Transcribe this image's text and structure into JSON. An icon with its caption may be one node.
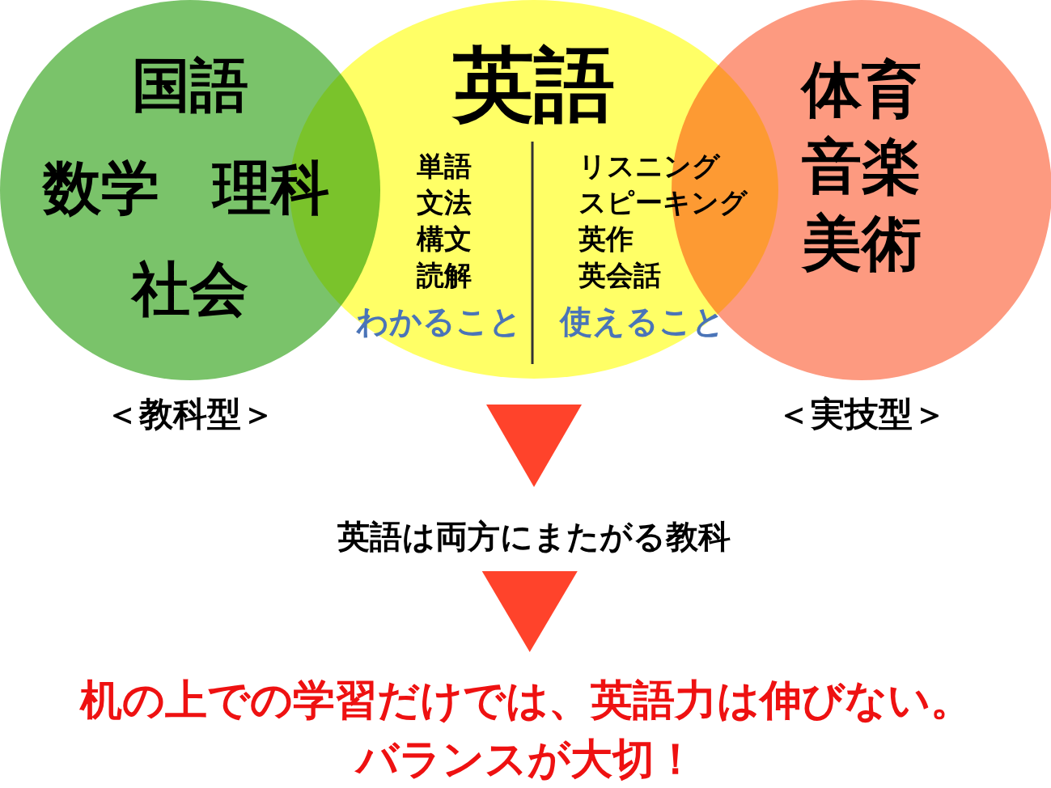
{
  "diagram": {
    "nodes": [
      {
        "text": [
          "国語",
          "数学",
          "理科",
          "社会"
        ],
        "beside": [
          "＜教科型＞"
        ]
      },
      {
        "text": [
          "英語",
          "単語",
          "文法",
          "構文",
          "読解",
          "リスニング",
          "スピーキング",
          "英作",
          "英会話",
          "わかること",
          "使えること"
        ]
      },
      {
        "text": [
          "体育",
          "音楽",
          "美術"
        ],
        "beside": [
          "＜実技型＞"
        ]
      },
      {
        "text": [
          "英語は両方にまたがる教科"
        ]
      },
      {
        "text": [
          "机の上での学習だけでは、英語力は伸びない。",
          "バランスが大切！"
        ]
      }
    ],
    "edges": [
      {
        "from": 1,
        "to": 3,
        "arrow": "to"
      },
      {
        "from": 3,
        "to": 4,
        "arrow": "to"
      }
    ]
  }
}
